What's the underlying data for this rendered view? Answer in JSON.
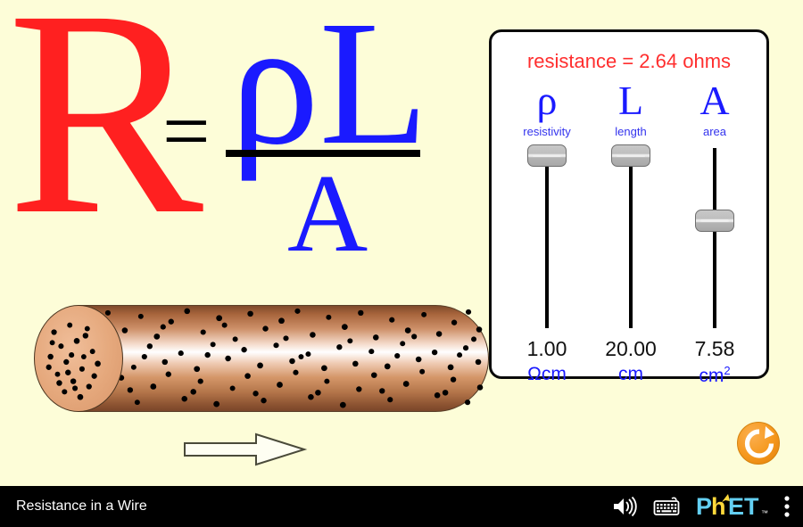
{
  "app": {
    "title": "Resistance in a Wire",
    "background_color": "#FDFDD8"
  },
  "formula": {
    "numerator_symbol": "R",
    "equals": "=",
    "numerator": "ρL",
    "denominator": "A",
    "r_color": "#FF2020",
    "term_color": "#1A1AFF",
    "bar_color": "#000000"
  },
  "wire": {
    "name": "copper-wire",
    "description": "cylindrical wire with impurity dots",
    "current_arrow": "arrow-right"
  },
  "panel": {
    "resistance_label": "resistance = 2.64 ohms",
    "resistance_color": "#FF2E2E",
    "sliders": [
      {
        "id": "resistivity",
        "symbol": "ρ",
        "label": "resistivity",
        "value": "1.00",
        "unit": "Ωcm",
        "unit_sup": "",
        "thumb_percent": 0
      },
      {
        "id": "length",
        "symbol": "L",
        "label": "length",
        "value": "20.00",
        "unit": "cm",
        "unit_sup": "",
        "thumb_percent": 0
      },
      {
        "id": "area",
        "symbol": "A",
        "label": "area",
        "value": "7.58",
        "unit": "cm",
        "unit_sup": "2",
        "thumb_percent": 41
      }
    ]
  },
  "reset": {
    "label": "reset-all",
    "color": "#F5981D"
  },
  "toolbar": {
    "title": "Resistance in a Wire",
    "sound_icon": "sound-icon",
    "keyboard_icon": "keyboard-icon",
    "logo": "PhET",
    "logo_tm": "™",
    "menu_icon": "kebab-menu-icon"
  }
}
